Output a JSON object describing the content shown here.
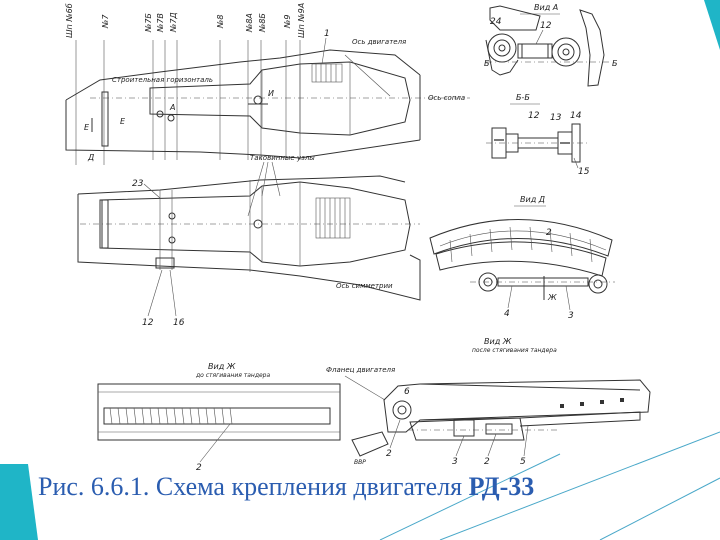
{
  "caption": {
    "prefix": "Рис. 6.6.1. Схема крепления двигателя ",
    "engine": "РД-33"
  },
  "accent_colors": {
    "caption_text": "#2b5db0",
    "teal_corner": "#1fb5c7",
    "deco_line": "#4aa8c9"
  },
  "side_view": {
    "frames": [
      "Шп №6б",
      "№7",
      "№7Б",
      "№7В",
      "№7Д",
      "№8",
      "№8А",
      "№8Б",
      "№9",
      "Шп №9А"
    ],
    "item_1": "1",
    "engine_axis_label": "Ось двигателя",
    "nozzle_axis_label": "Ось сопла",
    "build_horizontal": "Строительная горизонталь",
    "point_a": "А",
    "point_i": "И",
    "point_e1": "Е",
    "point_e2": "Е",
    "point_d": "Д"
  },
  "top_view": {
    "trunnions_label": "Таковинные узлы",
    "item_23": "23",
    "item_12": "12",
    "item_16": "16",
    "symmetry_axis_label": "Ось симметрии"
  },
  "view_a": {
    "title": "Вид А",
    "item_24": "24",
    "item_12": "12",
    "b_left": "Б",
    "b_right": "Б"
  },
  "section_bb": {
    "title": "Б-Б",
    "item_12": "12",
    "item_13": "13",
    "item_14": "14",
    "item_15": "15"
  },
  "view_d": {
    "title": "Вид Д",
    "item_2": "2",
    "item_4": "4",
    "item_zh": "Ж",
    "item_3": "3"
  },
  "view_zh_after": {
    "title": "Вид Ж",
    "subtitle": "после стягивания тандера"
  },
  "view_zh_before": {
    "title": "Вид Ж",
    "subtitle": "до стягивания тандера",
    "flanges_label": "Фланец двигателя",
    "item_6": "6",
    "item_2a": "2",
    "item_2b": "2",
    "item_2c": "2",
    "item_3": "3",
    "item_5": "5",
    "bottom_label": "ВВР"
  }
}
